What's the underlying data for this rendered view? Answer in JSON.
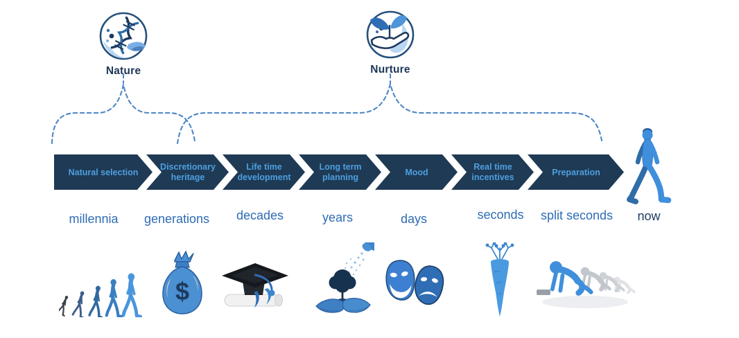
{
  "nature": {
    "label": "Nature",
    "icon": "dna-leaf-icon"
  },
  "nurture": {
    "label": "Nurture",
    "icon": "hand-plant-icon"
  },
  "timeline": {
    "segments": [
      {
        "label": "Natural selection",
        "timescale": "millennia"
      },
      {
        "label": "Discretionary heritage",
        "timescale": "generations"
      },
      {
        "label": "Life time development",
        "timescale": "decades"
      },
      {
        "label": "Long term planning",
        "timescale": "years"
      },
      {
        "label": "Mood",
        "timescale": "days"
      },
      {
        "label": "Real time incentives",
        "timescale": "seconds"
      },
      {
        "label": "Preparation",
        "timescale": "split seconds"
      }
    ]
  },
  "timescales": [
    {
      "label": "millennia"
    },
    {
      "label": "generations"
    },
    {
      "label": "decades"
    },
    {
      "label": "years"
    },
    {
      "label": "days"
    },
    {
      "label": "seconds"
    },
    {
      "label": "split seconds"
    },
    {
      "label": "now"
    }
  ],
  "icons": {
    "money_symbol": "$",
    "bottom_row": [
      "evolution-of-man-icon",
      "money-bag-icon",
      "graduation-cap-icon",
      "sapling-watering-icon",
      "theater-masks-icon",
      "carrot-icon",
      "race-start-icon"
    ],
    "right_figure": "walking-person-icon"
  },
  "colors": {
    "band_navy": "#1f3a54",
    "band_text_blue": "#4d9fe0",
    "timescale_blue": "#2e6cb5",
    "now_navy": "#1d3a5e",
    "dashed_blue": "#4e86c6",
    "figure_blue": "#3f8fdc",
    "concept_navy": "#1d3557"
  }
}
